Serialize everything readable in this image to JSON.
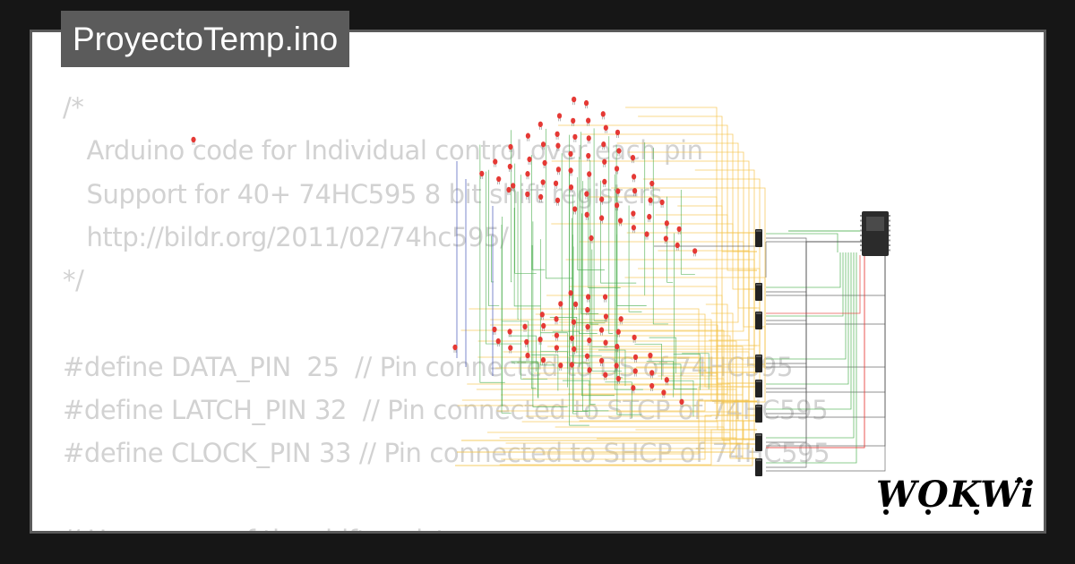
{
  "project": {
    "title": "ProyectoTemp.ino"
  },
  "code": {
    "lines": [
      "/*",
      "   Arduino code for Individual control over each pin",
      "   Support for 40+ 74HC595 8 bit shift registers",
      "   http://bildr.org/2011/02/74hc595/",
      "*/",
      "",
      "#define DATA_PIN  25  // Pin connected to DS of 74HC595",
      "#define LATCH_PIN 32  // Pin connected to STCP of 74HC595",
      "#define CLOCK_PIN 33 // Pin connected to SHCP of 74HC595",
      "",
      "// How many of the shift registers"
    ]
  },
  "brand": {
    "logo_text": "WOKWi"
  },
  "colors": {
    "background": "#161616",
    "card": "#ffffff",
    "card_border": "#5a5a5a",
    "title_bg": "#5b5b5b",
    "code_text": "#d2d2d2",
    "wire_yellow": "#f5c34a",
    "wire_green": "#4caf50",
    "wire_blue": "#3f51b5",
    "wire_red": "#e53935",
    "wire_gray": "#555555",
    "led": "#e53935"
  },
  "icons": {
    "microcontroller": "esp32-board-icon",
    "chip": "shift-register-chip-icon",
    "led": "led-icon"
  }
}
